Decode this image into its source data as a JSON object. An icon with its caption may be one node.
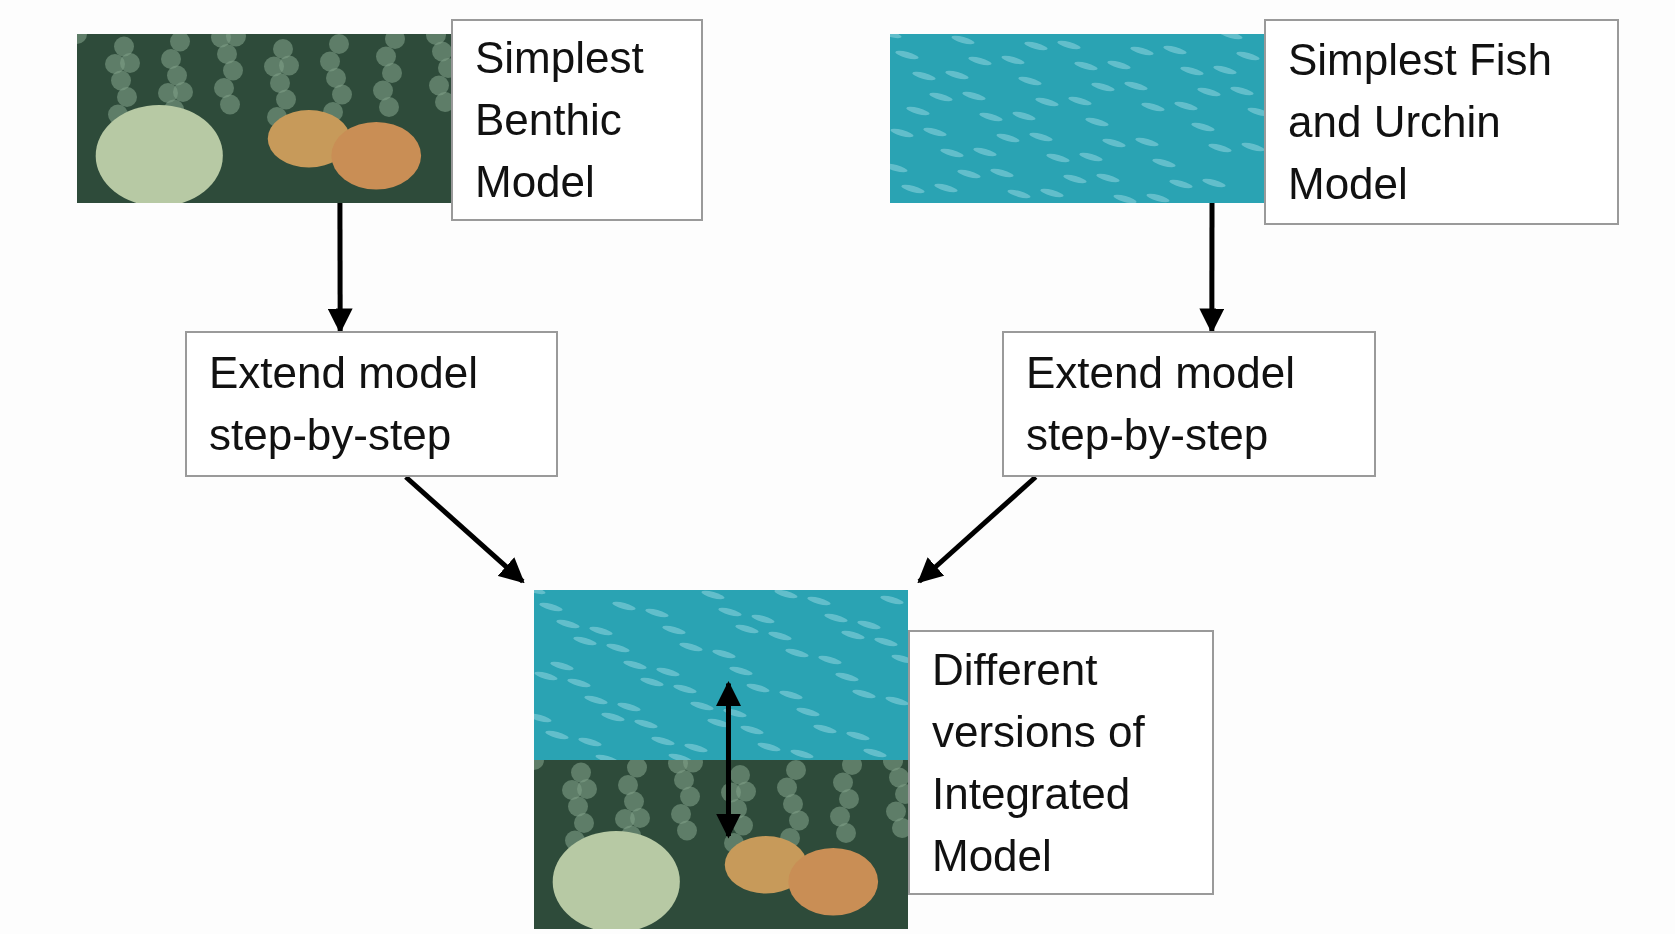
{
  "diagram": {
    "nodes": [
      {
        "text": [],
        "shape": "picture"
      },
      {
        "text": [
          "Simplest Benthic Model"
        ]
      },
      {
        "text": [],
        "shape": "picture"
      },
      {
        "text": [
          "Simplest Fish and Urchin Model"
        ]
      },
      {
        "text": [
          "Extend model step-by-step"
        ]
      },
      {
        "text": [
          "Extend model step-by-step"
        ]
      },
      {
        "text": [],
        "shape": "picture"
      },
      {
        "text": [],
        "shape": "picture"
      },
      {
        "text": [
          "Different versions of Integrated Model"
        ]
      }
    ],
    "edges": [
      {
        "from": 0,
        "to": 4,
        "arrow": "to"
      },
      {
        "from": 2,
        "to": 5,
        "arrow": "to"
      },
      {
        "from": 4,
        "to": 6,
        "arrow": "to"
      },
      {
        "from": 5,
        "to": 6,
        "arrow": "to"
      },
      {
        "from": 6,
        "to": 7,
        "arrow": "both"
      }
    ]
  }
}
